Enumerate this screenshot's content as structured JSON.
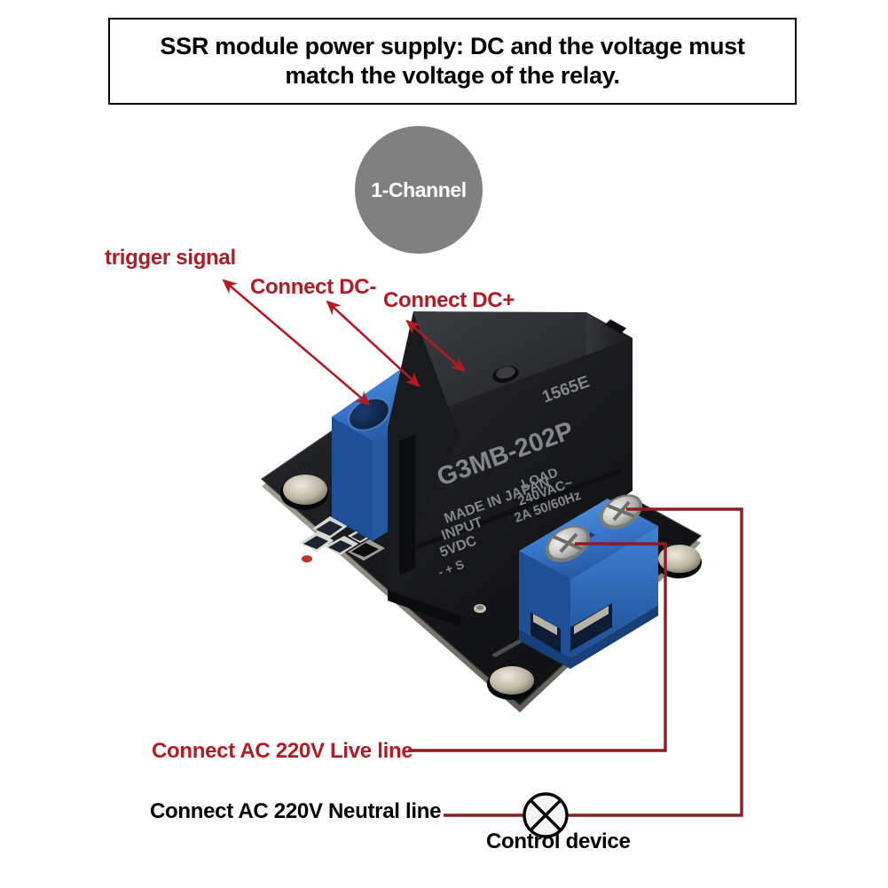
{
  "notice": {
    "text": "SSR module power supply: DC and the voltage must\nmatch the voltage of the relay."
  },
  "badge": {
    "label": "1-Channel",
    "color": "#808080",
    "text_color": "#ffffff"
  },
  "annotations": {
    "trigger_signal": "trigger signal",
    "connect_dc_minus": "Connect DC-",
    "connect_dc_plus": "Connect DC+",
    "connect_ac_live": "Connect AC 220V Live line",
    "connect_ac_neutral": "Connect AC 220V Neutral line",
    "control_device": "Control device"
  },
  "colors": {
    "annotation_red": "#b01b24",
    "annotation_black": "#000000",
    "wire_red": "#8e1b20",
    "arrow_red": "#b01b24",
    "pcb_black": "#131417",
    "terminal_blue": "#2d6ec4",
    "relay_body": "#1b1c1f",
    "background": "#ffffff"
  },
  "device": {
    "relay_part_number": "G3MB-202P",
    "relay_origin": "MADE IN JAPAN",
    "relay_load": "LOAD",
    "relay_load_rating": "240VAC~",
    "relay_input": "INPUT",
    "relay_input_rating": "2A 50/60Hz",
    "relay_input_voltage": "5VDC",
    "relay_date_code": "1565E",
    "input_pin_labels": "- + S",
    "input_terminal_poles": 3,
    "output_terminal_poles": 2,
    "mounting_holes": 4
  },
  "icons": {
    "lamp": "lamp-icon",
    "double_arrow": "double-headed-arrow-icon"
  }
}
